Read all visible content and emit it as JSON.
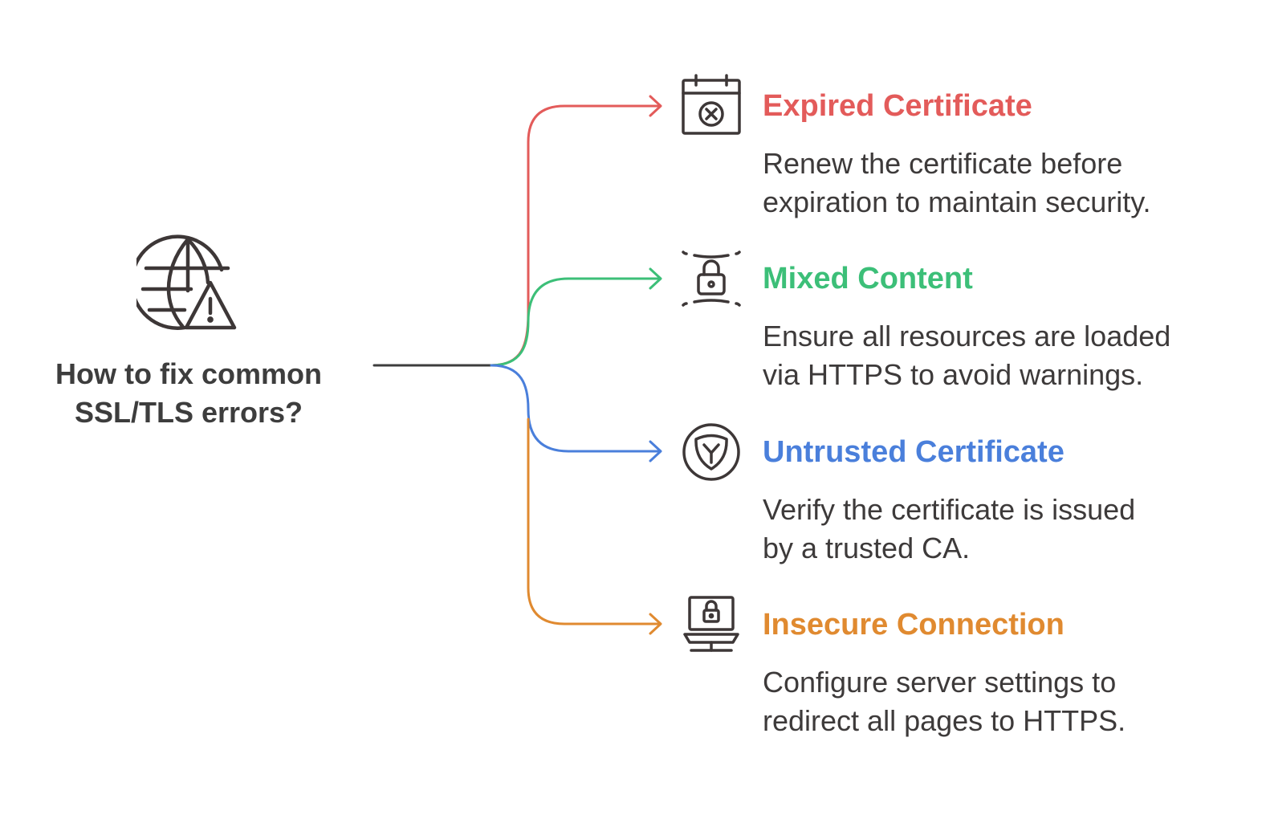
{
  "root": {
    "title": "How to fix common\nSSL/TLS errors?",
    "icon": "globe-warning-icon"
  },
  "branches": [
    {
      "title": "Expired Certificate",
      "description": "Renew the certificate before\nexpiration to maintain security.",
      "color": "#e35b5a",
      "icon": "calendar-x-icon"
    },
    {
      "title": "Mixed Content",
      "description": "Ensure all resources are loaded\nvia HTTPS to avoid warnings.",
      "color": "#3cbf78",
      "icon": "padlock-icon"
    },
    {
      "title": "Untrusted Certificate",
      "description": "Verify the certificate is issued\nby a trusted CA.",
      "color": "#4a7fdb",
      "icon": "shield-badge-icon"
    },
    {
      "title": "Insecure Connection",
      "description": "Configure server settings to\nredirect all pages to HTTPS.",
      "color": "#e08a30",
      "icon": "monitor-lock-icon"
    }
  ],
  "colors": {
    "trunk": "#3d3d3d",
    "icon_stroke": "#3d3737",
    "root_text": "#3d3d3d",
    "body_text": "#3d3a3a"
  }
}
